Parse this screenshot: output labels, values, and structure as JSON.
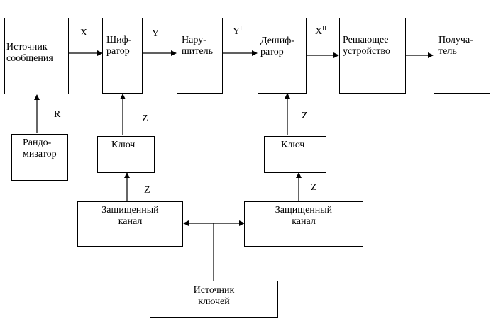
{
  "blocks": {
    "source": "Источник\nсообщения",
    "encryptor": "Шиф-\nратор",
    "intruder": "Нару-\nшитель",
    "decryptor": "Дешиф-\nратор",
    "decision": "Решающее\nустройство",
    "receiver": "Получа-\nтель",
    "randomizer": "Рандо-\nмизатор",
    "key_left": "Ключ",
    "key_right": "Ключ",
    "channel_left": "Защищенный\nканал",
    "channel_right": "Защищенный\nканал",
    "key_source": "Источник\nключей"
  },
  "labels": {
    "x": "X",
    "y": "Y",
    "y_prime": "Y",
    "y_prime_mark": "I",
    "x_double": "X",
    "x_double_mark": "II",
    "r": "R",
    "z1": "Z",
    "z2": "Z",
    "z3": "Z",
    "z4": "Z"
  }
}
